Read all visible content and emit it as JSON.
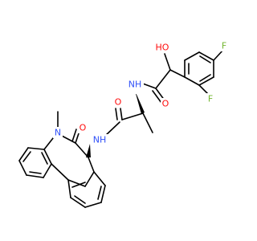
{
  "colors": {
    "carbon": "#000000",
    "oxygen": "#ff0d0d",
    "nitrogen": "#3050f8",
    "fluorine": "#72b52f"
  },
  "atoms": {
    "F1": "F",
    "F2": "F",
    "OH": "HO",
    "O_amide1": "O",
    "NH_1": "NH",
    "O_amide2": "O",
    "NH_2": "NH",
    "N_ring": "N",
    "O_lactam": "O"
  }
}
